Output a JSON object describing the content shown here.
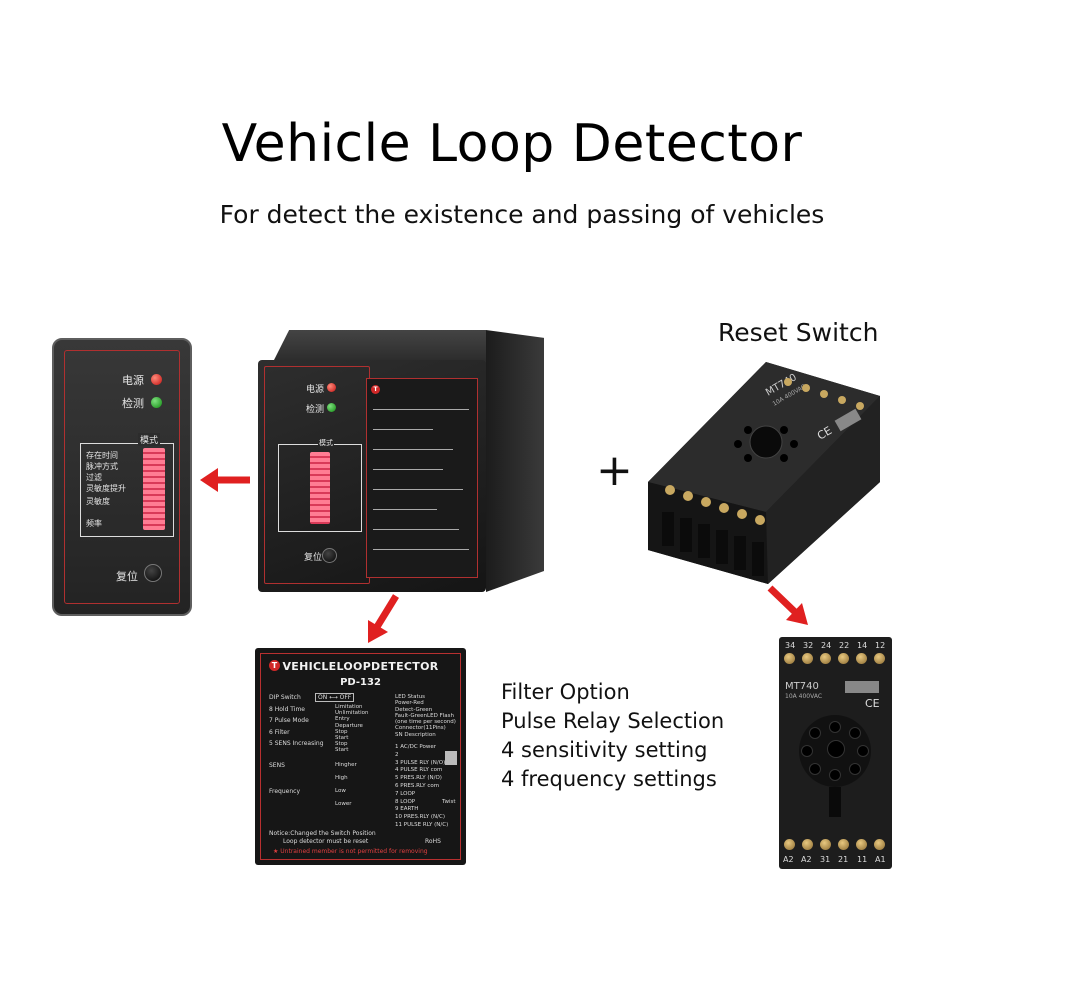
{
  "title": "Vehicle Loop Detector",
  "subtitle": "For detect the existence and passing of vehicles",
  "reset_label": "Reset Switch",
  "plus_sign": "+",
  "features": [
    "Filter Option",
    "Pulse Relay Selection",
    "4 sensitivity setting",
    "4 frequency settings"
  ],
  "front_panel": {
    "power_label": "电源",
    "detect_label": "检测",
    "mode_label": "模式",
    "reset_button_label": "复位",
    "dip_rows": [
      "存在时间",
      "脉冲方式",
      "过滤",
      "灵敏度提升",
      "灵敏度",
      "频率"
    ]
  },
  "label_card": {
    "logo": "T",
    "title": "VEHICLELOOPDETECTOR",
    "model": "PD-132",
    "dip_switch": "DIP Switch",
    "dip_on_off": "ON ⟷ OFF",
    "settings": [
      "8 Hold Time",
      "7 Pulse Mode",
      "6 Filter",
      "5 SENS Increasing",
      "SENS",
      "Frequency"
    ],
    "options": [
      "Limitation",
      "Unlimitation",
      "Entry",
      "Departure",
      "Stop",
      "Start",
      "Stop",
      "Start",
      "Hingher",
      "High",
      "Low",
      "Lower"
    ],
    "led_status": [
      "LED Status",
      "Power-Red",
      "Detect-Green",
      "Fault-GreenLED Flash",
      "(one time per second)",
      "Connector(11Pins)"
    ],
    "sn_description": "SN Description",
    "pins": [
      "1 AC/DC Power",
      "2",
      "3 PULSE RLY (N/O)",
      "4 PULSE RLY com",
      "5 PRES.RLY (N/O)",
      "6 PRES.RLY com",
      "7 LOOP",
      "8 LOOP",
      "9 EARTH",
      "10 PRES.RLY (N/C)",
      "11 PULSE RLY (N/C)"
    ],
    "twist": "Twist",
    "notice": [
      "Notice:Changed the Switch Position",
      "Loop detector must be reset"
    ],
    "rohs": "RoHS",
    "warning": "★ Untrained member is not permitted for removing"
  },
  "socket": {
    "brand": "MT740",
    "rating": "10A 400VAC",
    "ce": "CE",
    "top_numbers": [
      "34",
      "32",
      "24",
      "22",
      "14",
      "12"
    ],
    "bottom_numbers": [
      "A2",
      "A2",
      "31",
      "21",
      "11",
      "A1"
    ]
  },
  "colors": {
    "arrow": "#e02020",
    "frame_red": "#b03030",
    "dip_pink": "#ff5f7a"
  }
}
